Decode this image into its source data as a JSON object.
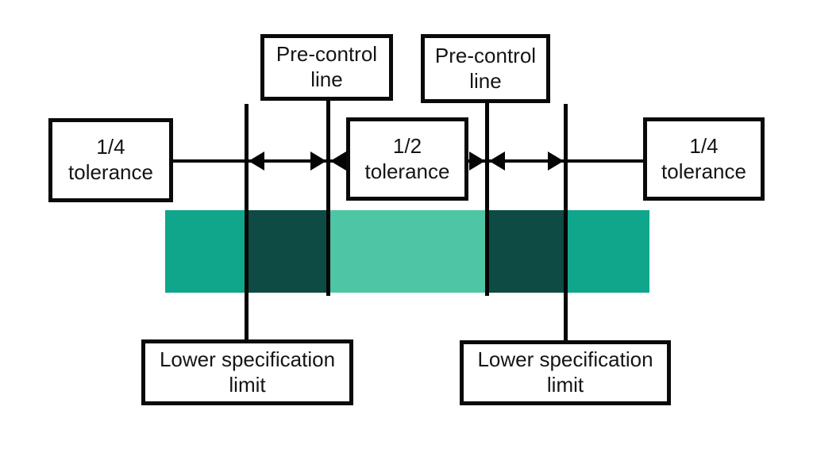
{
  "diagram": {
    "description": "Pre-control chart tolerance zones",
    "labels": {
      "pre_control_line": "Pre-control line",
      "quarter_tolerance": "1/4 tolerance",
      "half_tolerance": "1/2 tolerance",
      "lower_spec_limit": "Lower specification limit"
    },
    "zones": [
      {
        "name": "quarter-tolerance-zone-left",
        "color": "#0FA68C"
      },
      {
        "name": "caution-zone-left",
        "color": "#0D4B44"
      },
      {
        "name": "target-zone-center",
        "color": "#4EC5A4"
      },
      {
        "name": "caution-zone-right",
        "color": "#0D4B44"
      },
      {
        "name": "quarter-tolerance-zone-right",
        "color": "#0FA68C"
      }
    ],
    "line_color": "#050505"
  }
}
